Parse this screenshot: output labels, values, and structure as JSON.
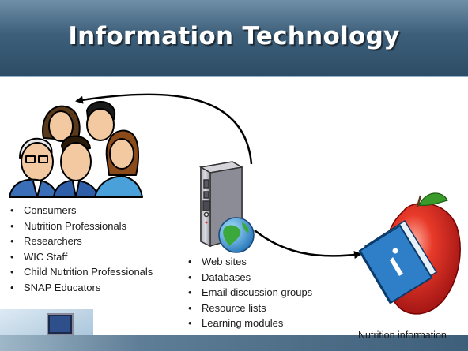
{
  "slide": {
    "title": "Information Technology"
  },
  "audience": {
    "items": [
      "Consumers",
      "Nutrition Professionals",
      "Researchers",
      "WIC Staff",
      "Child Nutrition Professionals",
      "SNAP Educators"
    ]
  },
  "resources": {
    "items": [
      "Web sites",
      "Databases",
      "Email discussion groups",
      "Resource lists",
      "Learning modules"
    ]
  },
  "outcome": {
    "label": "Nutrition information"
  },
  "colors": {
    "header": "#3e5f7a",
    "arrow": "#000000",
    "server": "#9a9aa4",
    "apple": "#d42a2a",
    "book": "#2f7fc8"
  },
  "icons": [
    "people-group-icon",
    "server-tower-icon",
    "globe-icon",
    "apple-icon",
    "info-book-icon",
    "computer-monitor-icon"
  ]
}
